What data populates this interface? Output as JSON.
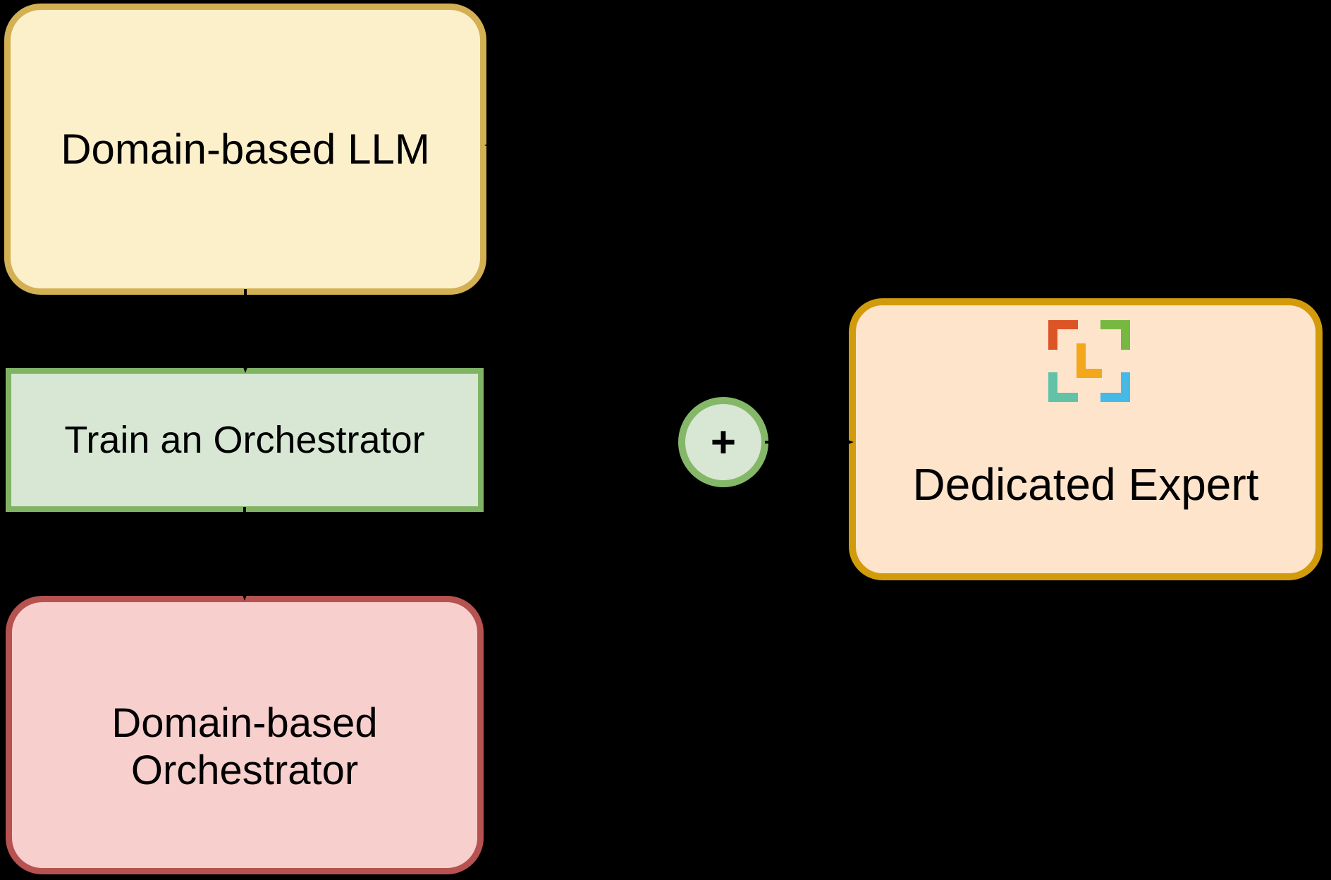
{
  "canvas": {
    "background": "#000000"
  },
  "nodes": {
    "domain_llm": {
      "label": "Domain-based LLM",
      "fill": "#fcf0ca",
      "border": "#d2b053",
      "text_color": "#000000"
    },
    "train_orchestrator": {
      "label": "Train an Orchestrator",
      "fill": "#d7e7d3",
      "border": "#80b464",
      "text_color": "#000000"
    },
    "domain_orchestrator": {
      "label_line1": "Domain-based",
      "label_line2": "Orchestrator",
      "fill": "#f7cfcd",
      "border": "#b65250",
      "text_color": "#000000"
    },
    "plus": {
      "label": "+",
      "fill": "#d7e7d3",
      "border": "#85b768",
      "text_color": "#000000"
    },
    "dedicated_expert": {
      "label": "Dedicated Expert",
      "fill": "#fde4cb",
      "border": "#d29b0b",
      "text_color": "#000000"
    }
  },
  "logo": {
    "name": "brackets-l-logo",
    "colors": {
      "top_left": "#dd5426",
      "top_right": "#77b843",
      "bottom_left": "#62c2a8",
      "bottom_right": "#47b9e6",
      "letter": "#f3a81b"
    }
  },
  "connectors": {
    "color": "#000000"
  }
}
